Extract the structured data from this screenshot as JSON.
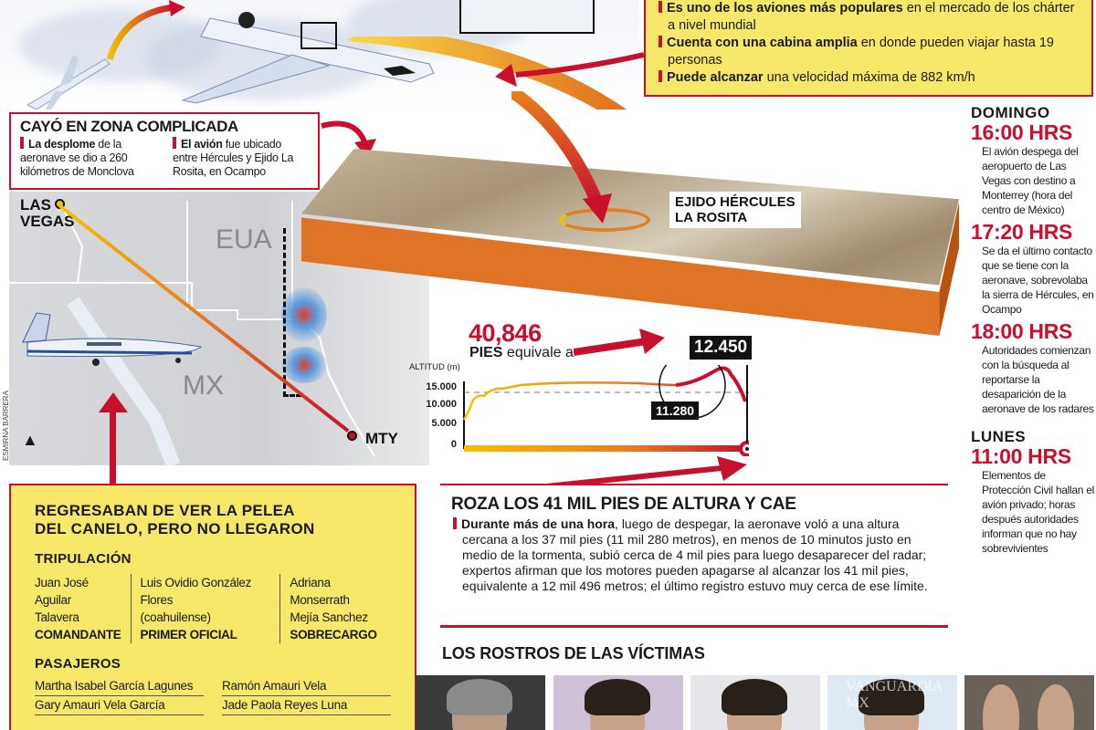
{
  "features_box": {
    "items": [
      {
        "bold": "Es uno de los aviones más populares",
        "rest": " en el mercado de los chárter a nivel mundial"
      },
      {
        "bold": "Cuenta con una cabina amplia",
        "rest": " en donde pueden viajar hasta 19 personas"
      },
      {
        "bold": "Puede alcanzar",
        "rest": " una velocidad máxima de 882 km/h"
      }
    ]
  },
  "crash_zone": {
    "title": "CAYÓ EN ZONA COMPLICADA",
    "col1_bold": "La desplome",
    "col1_rest": " de la aeronave se dio a 260 kilómetros de Monclova",
    "col2_bold": "El avión",
    "col2_rest": " fue ubicado entre Hércules y Ejido La Rosita, en Ocampo"
  },
  "map": {
    "origin": "LAS VEGAS",
    "origin_line1": "LAS",
    "origin_line2": "VEGAS",
    "destination": "MTY",
    "country_us": "EUA",
    "country_mx": "MX",
    "credit": "ESMIRNA BARRERA",
    "north_icon": "▲"
  },
  "terrain": {
    "label_line1": "EJIDO HÉRCULES",
    "label_line2": "LA ROSITA"
  },
  "altitude": {
    "max_feet": "40,846",
    "feet_label": "PIES",
    "equivalent": " equivale a",
    "peak_tag": "12.450",
    "cruise_tag": "11.280",
    "axis_title": "ALTITUD (m)",
    "ticks": [
      "15.000",
      "10.000",
      "5.000",
      "0"
    ]
  },
  "chart_data": {
    "type": "line",
    "title": "ALTITUD (m)",
    "ylabel": "ALTITUD (m)",
    "yticks": [
      0,
      5000,
      10000,
      15000
    ],
    "ylim": [
      0,
      16000
    ],
    "reference_line": 11280,
    "annotations": [
      {
        "label": "11.280",
        "value": 11280
      },
      {
        "label": "12.450",
        "value": 12450
      },
      {
        "label": "40,846 PIES",
        "value": 40846
      }
    ],
    "series": [
      {
        "name": "altitude",
        "x": [
          0,
          2,
          5,
          8,
          12,
          18,
          25,
          40,
          55,
          65,
          75,
          80,
          85,
          88,
          92,
          96,
          98
        ],
        "values": [
          5000,
          7500,
          9800,
          10500,
          10200,
          11000,
          11600,
          11650,
          11800,
          11600,
          11500,
          11300,
          11600,
          12000,
          12450,
          11500,
          9500
        ]
      }
    ]
  },
  "roza": {
    "title": "ROZA LOS 41 MIL PIES DE ALTURA Y CAE",
    "bold": "Durante más de una hora",
    "text": ", luego de despegar, la aeronave voló a una altura cercana a los 37 mil pies (11 mil 280 metros), en menos de 10 minutos justo en medio de la tormenta, subió cerca de 4 mil pies para luego desaparecer del radar; expertos afirman que los motores pueden apagarse al alcanzar los 41 mil pies, equivalente a 12 mil 496 metros; el último registro estuvo muy cerca de ese límite."
  },
  "timeline": {
    "day1": "DOMINGO",
    "events": [
      {
        "time": "16:00 HRS",
        "desc": "El avión despega del aeropuerto de Las Vegas con destino a Monterrey (hora del centro de México)"
      },
      {
        "time": "17:20 HRS",
        "desc": "Se da el último contacto que se tiene con la aeronave, sobrevolaba la sierra de Hércules, en Ocampo"
      },
      {
        "time": "18:00 HRS",
        "desc": "Autoridades comienzan con la búsqueda al reportarse la desaparición de la aeronave de los radares"
      },
      {
        "time": "11:00 HRS",
        "desc": "Elementos de Protección Civil hallan el avión privado; horas después autoridades informan que no hay sobrevivientes"
      }
    ],
    "day2": "LUNES"
  },
  "victims": {
    "title_line1": "REGRESABAN DE VER LA PELEA",
    "title_line2": "DEL CANELO, PERO NO LLEGARON",
    "crew_title": "TRIPULACIÓN",
    "crew": [
      {
        "name1": "Juan José Aguilar",
        "name2": "Talavera",
        "role": "COMANDANTE"
      },
      {
        "name1": "Luis Ovidio González Flores",
        "name2": "(coahuilense)",
        "role": "PRIMER OFICIAL"
      },
      {
        "name1": "Adriana Monserrath",
        "name2": "Mejía Sanchez",
        "role": "SOBRECARGO"
      }
    ],
    "pax_title": "PASAJEROS",
    "passengers": [
      "Martha Isabel García Lagunes",
      "Ramón Amauri Vela",
      "Gary Amauri Vela García",
      "Jade Paola Reyes Luna"
    ]
  },
  "faces": {
    "title": "LOS ROSTROS DE LAS VÍCTIMAS",
    "watermark": "VANGUARDIA MX"
  }
}
